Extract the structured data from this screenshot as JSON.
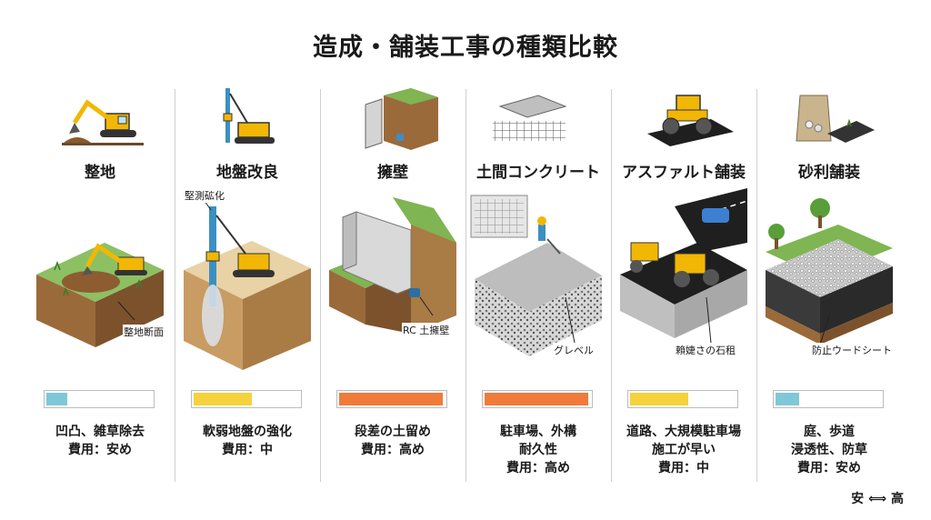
{
  "title": "造成・舗装工事の種類比較",
  "columns": [
    {
      "name": "整地",
      "callout": "整地断面",
      "cost_level": 0.2,
      "bar_color": "#7ec8d8",
      "desc": [
        "凹凸、雑草除去",
        "費用：安め"
      ],
      "icon": "excavator-icon"
    },
    {
      "name": "地盤改良",
      "callout": "堅測砿化",
      "cost_level": 0.55,
      "bar_color": "#f6d23c",
      "desc": [
        "軟弱地盤の強化",
        "費用：中"
      ],
      "icon": "pile-driver-icon"
    },
    {
      "name": "擁壁",
      "callout": "RC 土擁壁",
      "cost_level": 0.98,
      "bar_color": "#f07a3a",
      "desc": [
        "段差の土留め",
        "費用：高め"
      ],
      "icon": "retaining-wall-icon"
    },
    {
      "name": "土間コンクリート",
      "callout": "グレベル",
      "cost_level": 0.98,
      "bar_color": "#f07a3a",
      "desc": [
        "駐車場、外構",
        "耐久性",
        "費用：高め"
      ],
      "icon": "concrete-slab-icon"
    },
    {
      "name": "アスファルト舗装",
      "callout": "賴婕さの石租",
      "cost_level": 0.55,
      "bar_color": "#f6d23c",
      "desc": [
        "道路、大規模駐車場",
        "施工が早い",
        "費用：中"
      ],
      "icon": "road-roller-icon"
    },
    {
      "name": "砂利舗装",
      "callout": "防止ウードシート",
      "cost_level": 0.22,
      "bar_color": "#7ec8d8",
      "desc": [
        "庭、歩道",
        "浸透性、防草",
        "費用：安め"
      ],
      "icon": "gravel-bag-icon"
    }
  ],
  "legend": {
    "low": "安",
    "high": "高",
    "arrow": "⟺"
  }
}
